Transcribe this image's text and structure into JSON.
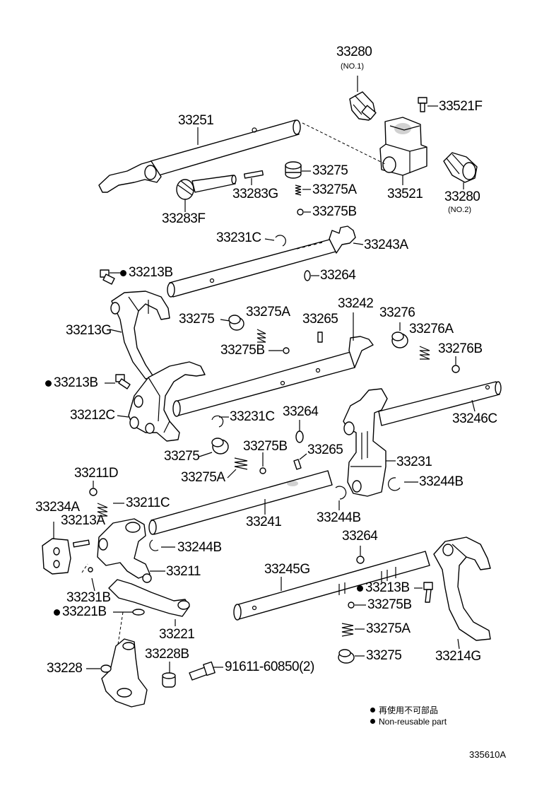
{
  "labels": {
    "p33280_top": "33280",
    "p33280_top_sub": "(NO.1)",
    "p33521F": "33521F",
    "p33251": "33251",
    "p33275_a": "33275",
    "p33275A_a": "33275A",
    "p33283G": "33283G",
    "p33521": "33521",
    "p33280_bot": "33280",
    "p33280_bot_sub": "(NO.2)",
    "p33283F": "33283F",
    "p33275B_a": "33275B",
    "p33231C_a": "33231C",
    "p33243A": "33243A",
    "p33213B_a": "33213B",
    "p33264_a": "33264",
    "p33242": "33242",
    "p33276": "33276",
    "p33275_b": "33275",
    "p33275A_b": "33275A",
    "p33265_a": "33265",
    "p33276A": "33276A",
    "p33213G": "33213G",
    "p33275B_b": "33275B",
    "p33276B": "33276B",
    "p33213B_b": "33213B",
    "p33212C": "33212C",
    "p33264_b": "33264",
    "p33231C_b": "33231C",
    "p33246C": "33246C",
    "p33275_c": "33275",
    "p33275B_c": "33275B",
    "p33265_b": "33265",
    "p33231": "33231",
    "p33275A_c": "33275A",
    "p33244B_a": "33244B",
    "p33211D": "33211D",
    "p33211C": "33211C",
    "p33234A": "33234A",
    "p33213A": "33213A",
    "p33241": "33241",
    "p33244B_b": "33244B",
    "p33264_c": "33264",
    "p33244B_c": "33244B",
    "p33211": "33211",
    "p33245G": "33245G",
    "p33231B": "33231B",
    "p33213B_c": "33213B",
    "p33221B": "33221B",
    "p33275B_d": "33275B",
    "p33221": "33221",
    "p33275A_d": "33275A",
    "p33275_d": "33275",
    "p33214G": "33214G",
    "p33228": "33228",
    "p33228B": "33228B",
    "p91611": "91611-60850(2)"
  },
  "legend": {
    "line1": "再使用不可部品",
    "line2": "Non-reusable part"
  },
  "figure_id": "335610A"
}
